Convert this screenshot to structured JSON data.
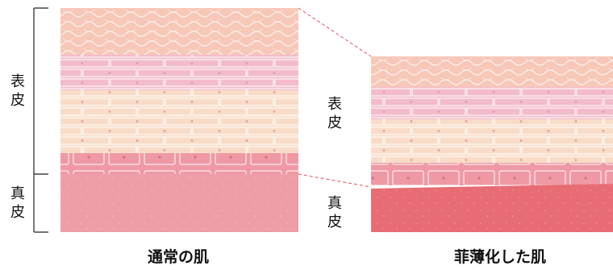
{
  "labels": {
    "epidermis_left": [
      "表",
      "皮"
    ],
    "dermis_left": [
      "真",
      "皮"
    ],
    "epidermis_right": [
      "表",
      "皮"
    ],
    "dermis_right": [
      "真",
      "皮"
    ]
  },
  "captions": {
    "normal": "通常の肌",
    "thin": "菲薄化した肌"
  },
  "colors": {
    "scale_top": "#f7c7b8",
    "spinous_pink": "#f3bccb",
    "spinous_peach": "#f8dcc8",
    "basal": "#ef99a5",
    "dermis_normal": "#ee9ea6",
    "dermis_thin": "#e86c73",
    "cell_line": "#ffffff",
    "connector": "#e56a7a"
  }
}
